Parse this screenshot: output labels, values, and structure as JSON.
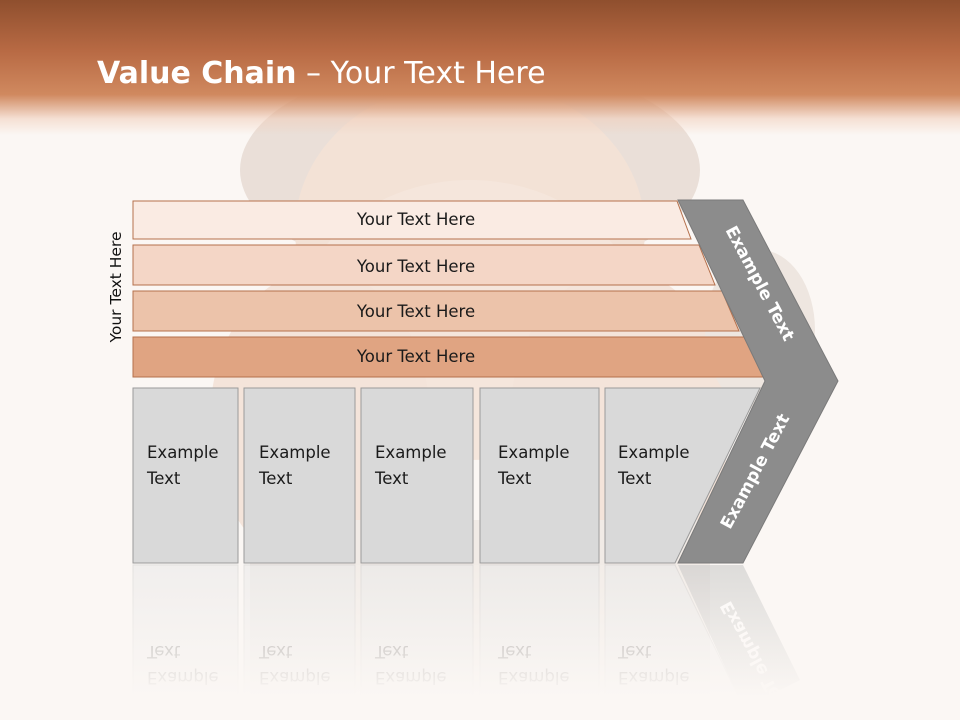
{
  "slide": {
    "title_bold": "Value Chain",
    "title_rest": " – Your Text Here",
    "side_label": "Your Text Here"
  },
  "rows": [
    {
      "label": "Your Text Here",
      "color": "#faebe3"
    },
    {
      "label": "Your Text Here",
      "color": "#f4d6c6"
    },
    {
      "label": "Your Text Here",
      "color": "#ecc3aa"
    },
    {
      "label": "Your Text Here",
      "color": "#e0a482"
    }
  ],
  "boxes": [
    {
      "line1": "Example",
      "line2": "Text"
    },
    {
      "line1": "Example",
      "line2": "Text"
    },
    {
      "line1": "Example",
      "line2": "Text"
    },
    {
      "line1": "Example",
      "line2": "Text"
    },
    {
      "line1": "Example",
      "line2": "Text"
    }
  ],
  "arrow": {
    "upper_label": "Example Text",
    "lower_label": "Example Text",
    "color": "#8c8c8c"
  },
  "colors": {
    "header_dark": "#8f4f2e",
    "header_light": "#d0895f",
    "box_fill": "#d9d9d9",
    "row_stroke": "#b5704c"
  }
}
